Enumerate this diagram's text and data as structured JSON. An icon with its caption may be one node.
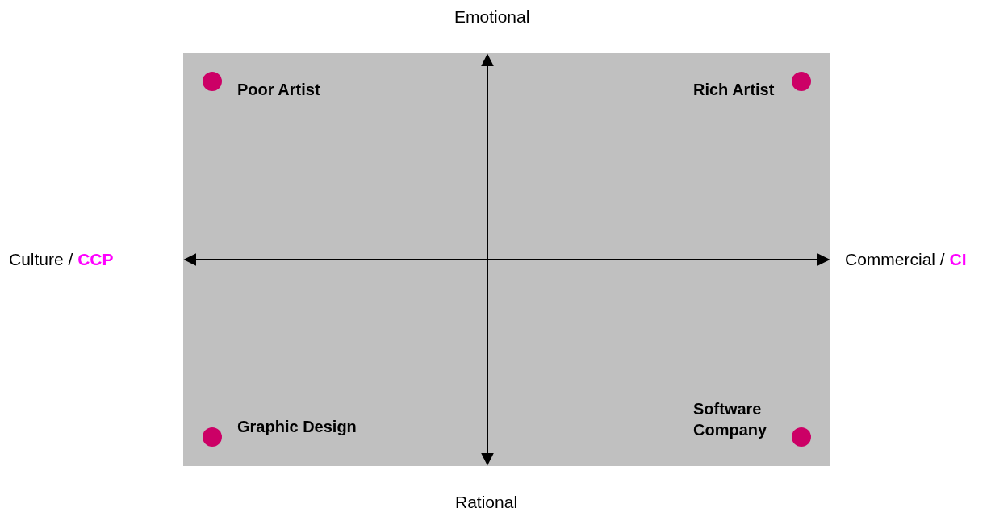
{
  "diagram": {
    "labels": [
      "Emotional",
      "Poor Artist",
      "Rich Artist",
      "Culture / **CCP**",
      "Commercial / **CI**",
      "Graphic Design",
      "Software Company",
      "Rational"
    ]
  }
}
